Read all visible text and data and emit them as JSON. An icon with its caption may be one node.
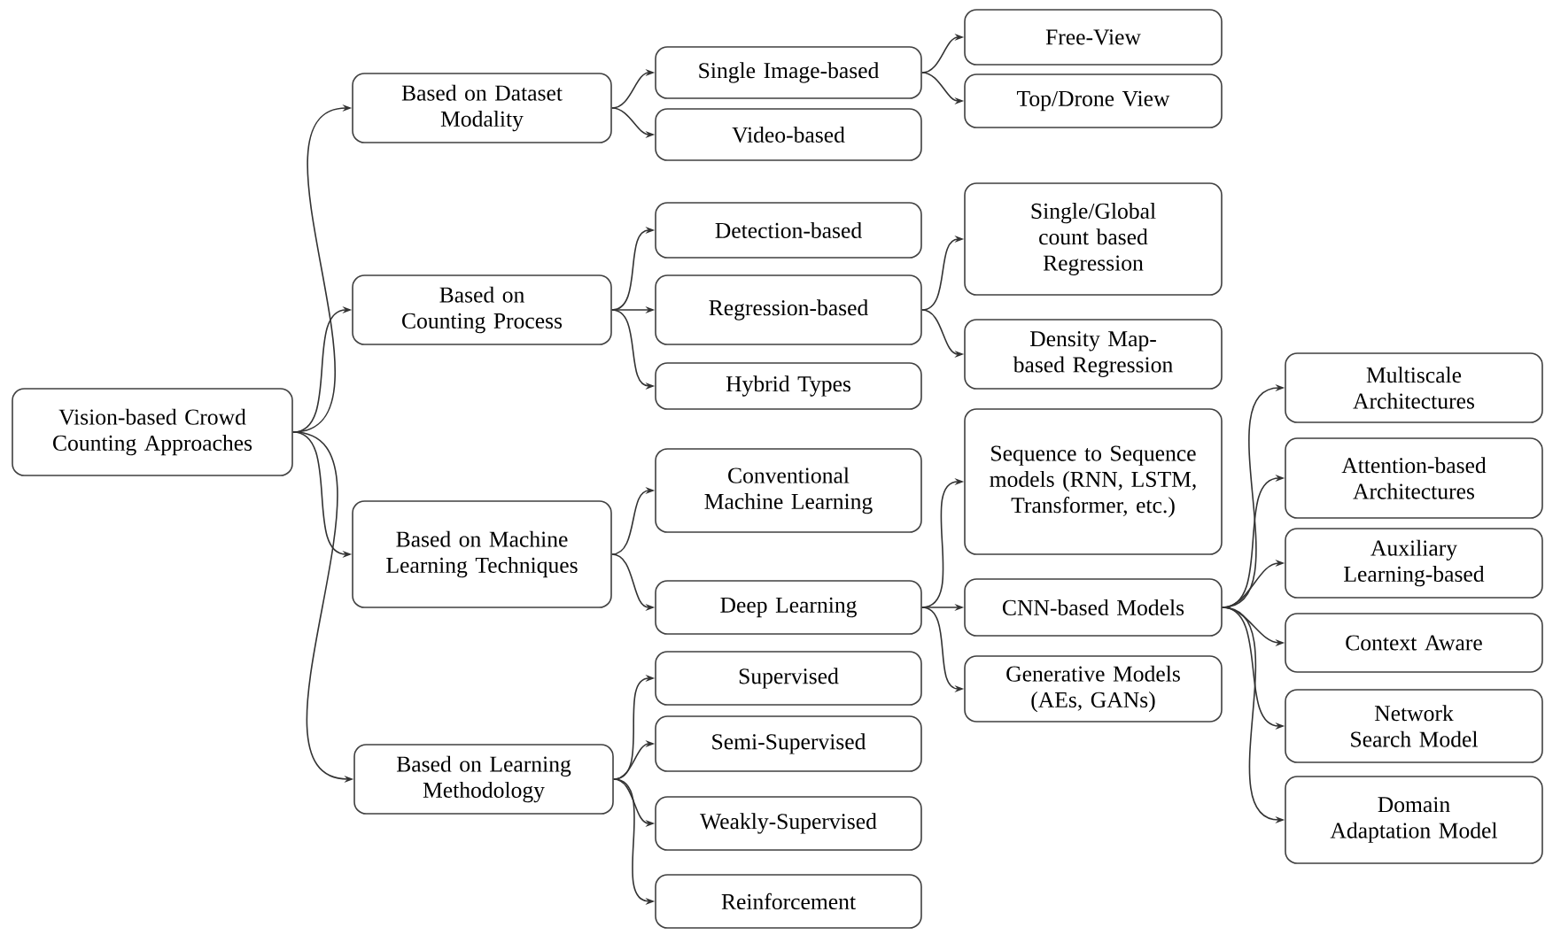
{
  "diagram": {
    "nodes": [
      {
        "text": [
          "Vision-based Crowd Counting Approaches"
        ]
      },
      {
        "text": [
          "Based on Dataset Modality"
        ]
      },
      {
        "text": [
          "Based on Counting Process"
        ]
      },
      {
        "text": [
          "Based on Machine Learning Techniques"
        ]
      },
      {
        "text": [
          "Based on Learning Methodology"
        ]
      },
      {
        "text": [
          "Single Image-based"
        ]
      },
      {
        "text": [
          "Video-based"
        ]
      },
      {
        "text": [
          "Detection-based"
        ]
      },
      {
        "text": [
          "Regression-based"
        ]
      },
      {
        "text": [
          "Hybrid Types"
        ]
      },
      {
        "text": [
          "Conventional Machine Learning"
        ]
      },
      {
        "text": [
          "Deep Learning"
        ]
      },
      {
        "text": [
          "Supervised"
        ]
      },
      {
        "text": [
          "Semi-Supervised"
        ]
      },
      {
        "text": [
          "Weakly-Supervised"
        ]
      },
      {
        "text": [
          "Reinforcement"
        ]
      },
      {
        "text": [
          "Free-View"
        ]
      },
      {
        "text": [
          "Top/Drone View"
        ]
      },
      {
        "text": [
          "Single/Global count based Regression"
        ]
      },
      {
        "text": [
          "Density Map-based Regression"
        ]
      },
      {
        "text": [
          "Sequence to Sequence models (RNN, LSTM, Transformer, etc.)"
        ]
      },
      {
        "text": [
          "CNN-based Models"
        ]
      },
      {
        "text": [
          "Generative Models (AEs, GANs)"
        ]
      },
      {
        "text": [
          "Multiscale Architectures"
        ]
      },
      {
        "text": [
          "Attention-based Architectures"
        ]
      },
      {
        "text": [
          "Auxiliary Learning-based"
        ]
      },
      {
        "text": [
          "Context Aware"
        ]
      },
      {
        "text": [
          "Network Search Model"
        ]
      },
      {
        "text": [
          "Domain Adaptation Model"
        ]
      }
    ],
    "edges": [
      {
        "from": 0,
        "to": 1,
        "arrow": "to"
      },
      {
        "from": 0,
        "to": 2,
        "arrow": "to"
      },
      {
        "from": 0,
        "to": 3,
        "arrow": "to"
      },
      {
        "from": 0,
        "to": 4,
        "arrow": "to"
      },
      {
        "from": 1,
        "to": 5,
        "arrow": "to"
      },
      {
        "from": 1,
        "to": 6,
        "arrow": "to"
      },
      {
        "from": 5,
        "to": 16,
        "arrow": "to"
      },
      {
        "from": 5,
        "to": 17,
        "arrow": "to"
      },
      {
        "from": 2,
        "to": 7,
        "arrow": "to"
      },
      {
        "from": 2,
        "to": 8,
        "arrow": "to"
      },
      {
        "from": 2,
        "to": 9,
        "arrow": "to"
      },
      {
        "from": 8,
        "to": 18,
        "arrow": "to"
      },
      {
        "from": 8,
        "to": 19,
        "arrow": "to"
      },
      {
        "from": 3,
        "to": 10,
        "arrow": "to"
      },
      {
        "from": 3,
        "to": 11,
        "arrow": "to"
      },
      {
        "from": 11,
        "to": 20,
        "arrow": "to"
      },
      {
        "from": 11,
        "to": 21,
        "arrow": "to"
      },
      {
        "from": 11,
        "to": 22,
        "arrow": "to"
      },
      {
        "from": 21,
        "to": 23,
        "arrow": "to"
      },
      {
        "from": 21,
        "to": 24,
        "arrow": "to"
      },
      {
        "from": 21,
        "to": 25,
        "arrow": "to"
      },
      {
        "from": 21,
        "to": 26,
        "arrow": "to"
      },
      {
        "from": 21,
        "to": 27,
        "arrow": "to"
      },
      {
        "from": 21,
        "to": 28,
        "arrow": "to"
      },
      {
        "from": 4,
        "to": 12,
        "arrow": "to"
      },
      {
        "from": 4,
        "to": 13,
        "arrow": "to"
      },
      {
        "from": 4,
        "to": 14,
        "arrow": "to"
      },
      {
        "from": 4,
        "to": 15,
        "arrow": "to"
      }
    ]
  }
}
